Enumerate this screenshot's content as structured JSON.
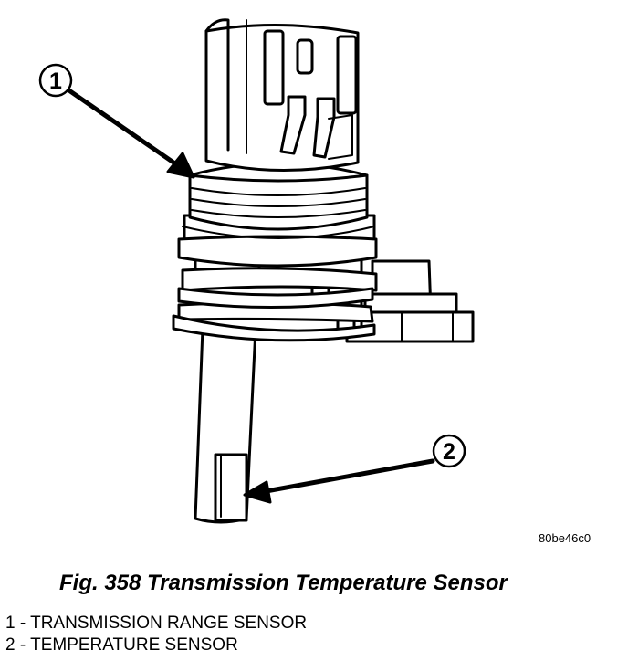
{
  "drawing_code": "80be46c0",
  "caption": "Fig. 358 Transmission Temperature Sensor",
  "callouts": [
    {
      "number": "1",
      "label": "1 - TRANSMISSION RANGE SENSOR"
    },
    {
      "number": "2",
      "label": "2 - TEMPERATURE SENSOR"
    }
  ]
}
